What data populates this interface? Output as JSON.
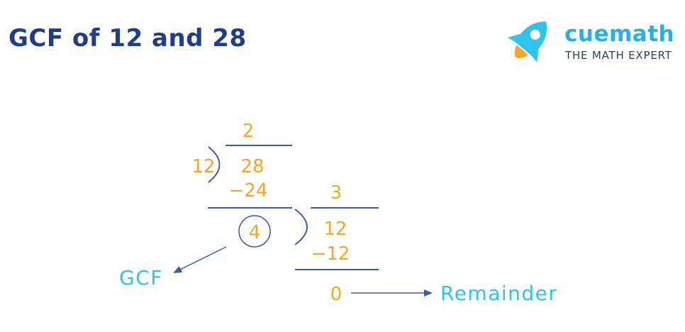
{
  "title": "GCF of 12 and 28",
  "logo": {
    "brand": "cuemath",
    "tagline": "THE MATH EXPERT",
    "icon": "rocket-icon"
  },
  "colors": {
    "title": "#1f3d8a",
    "numbers": "#f5a623",
    "labels": "#2ec3ec",
    "lines": "#3b5ca8",
    "brand": "#25b0ea"
  },
  "division_1": {
    "divisor": "12",
    "dividend": "28",
    "quotient": "2",
    "product": "−24",
    "remainder": "4"
  },
  "division_2": {
    "divisor": "4",
    "dividend": "12",
    "quotient": "3",
    "product": "−12",
    "remainder": "0"
  },
  "labels": {
    "gcf": "GCF",
    "remainder": "Remainder"
  }
}
